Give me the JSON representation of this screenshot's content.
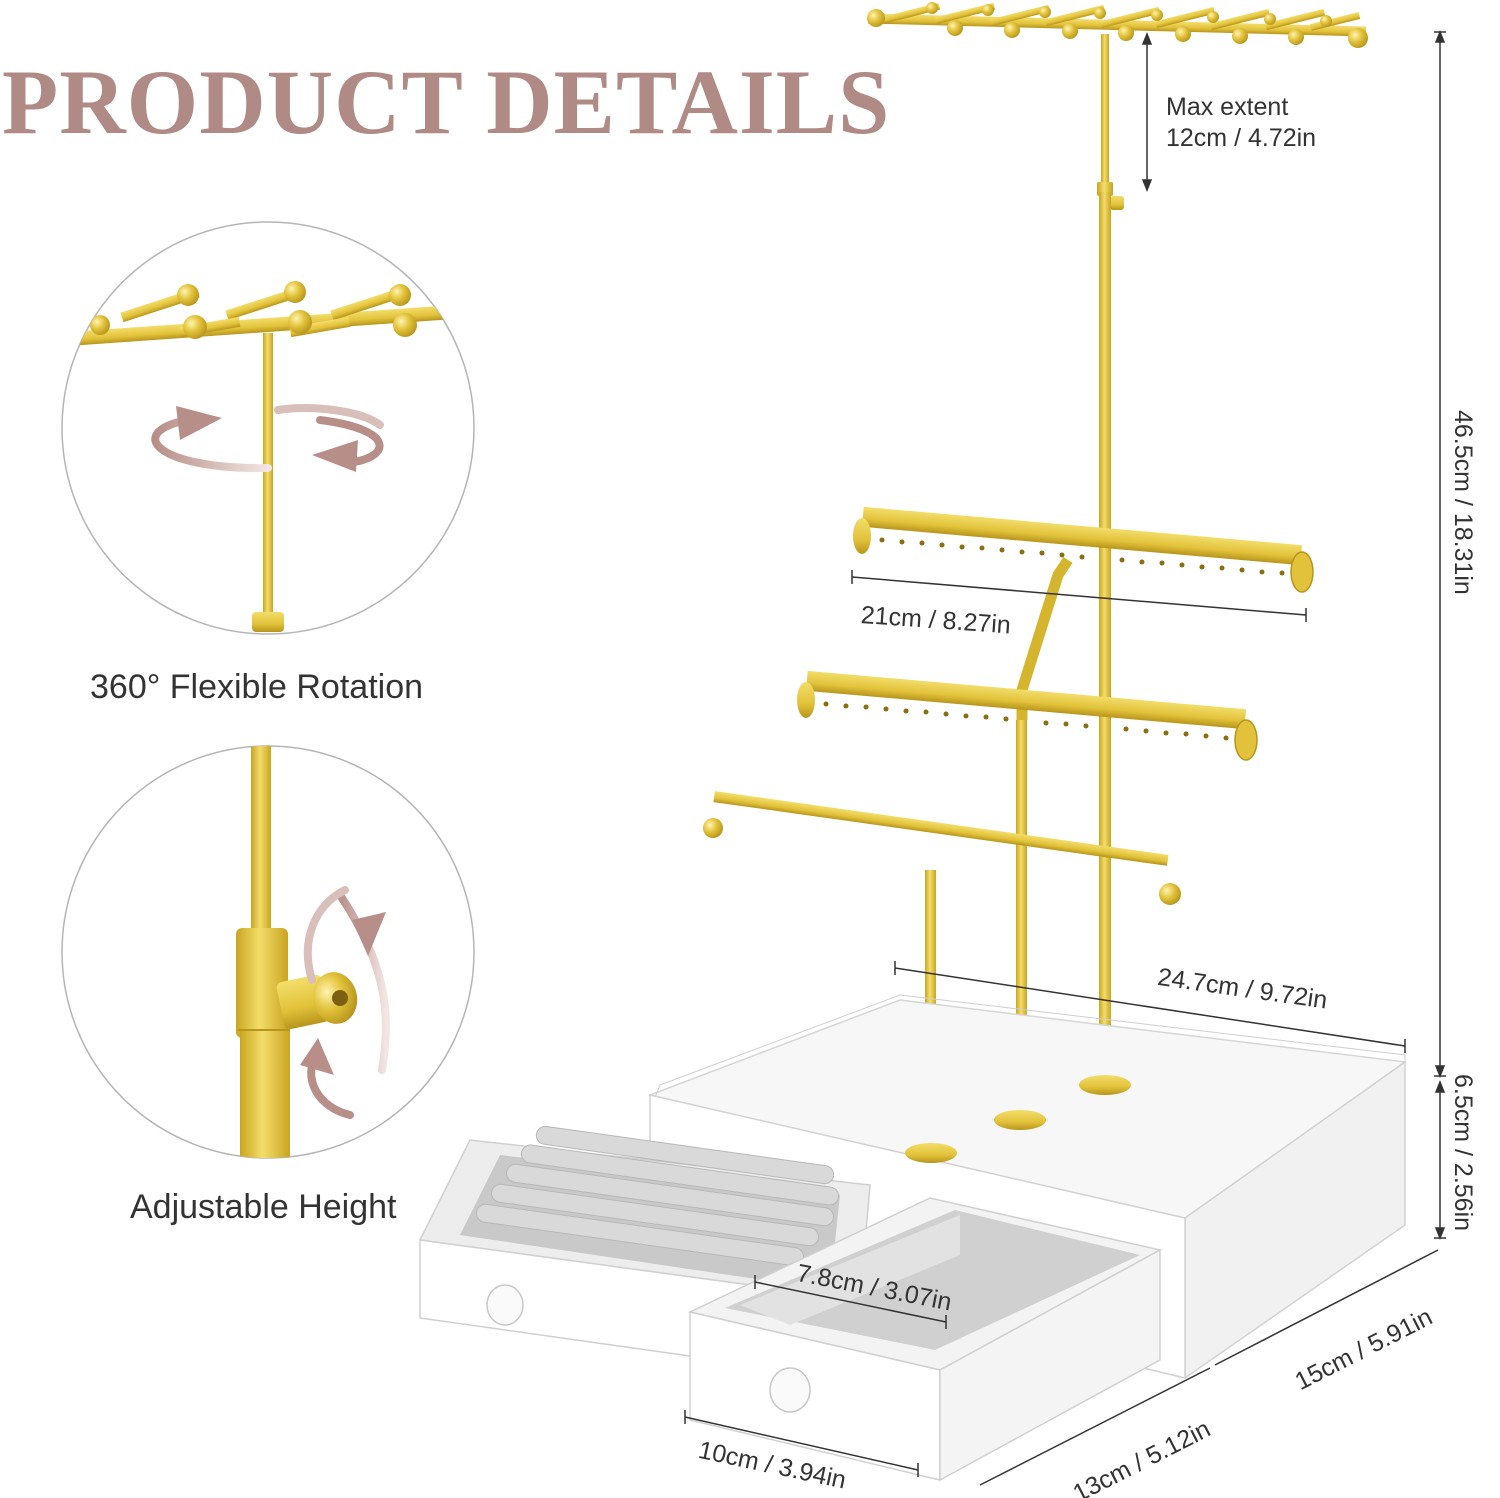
{
  "headline": "PRODUCT DETAILS",
  "colors": {
    "headline": "#B08A84",
    "arrow": "#B88F88",
    "gold": "#E2C23A",
    "gold_shade": "#C9A521",
    "box": "#FFFFFF",
    "box_edge": "#C9C9C9",
    "velvet": "#C8C8C8",
    "text": "#333333",
    "circle_edge": "#B5B5B5"
  },
  "features": [
    {
      "caption": "360°  Flexible Rotation",
      "icon": "rotation-arrows-icon"
    },
    {
      "caption": "Adjustable Height",
      "icon": "height-arrows-icon"
    }
  ],
  "dimensions": {
    "max_extent_label": "Max extent",
    "max_extent_value": "12cm / 4.72in",
    "total_height": "46.5cm / 18.31in",
    "tier_width": "21cm / 8.27in",
    "base_width": "24.7cm / 9.72in",
    "base_height": "6.5cm / 2.56in",
    "base_depth": "15cm / 5.91in",
    "drawer_length": "13cm / 5.12in",
    "drawer_width": "10cm / 3.94in",
    "compartment_width": "7.8cm / 3.07in"
  }
}
